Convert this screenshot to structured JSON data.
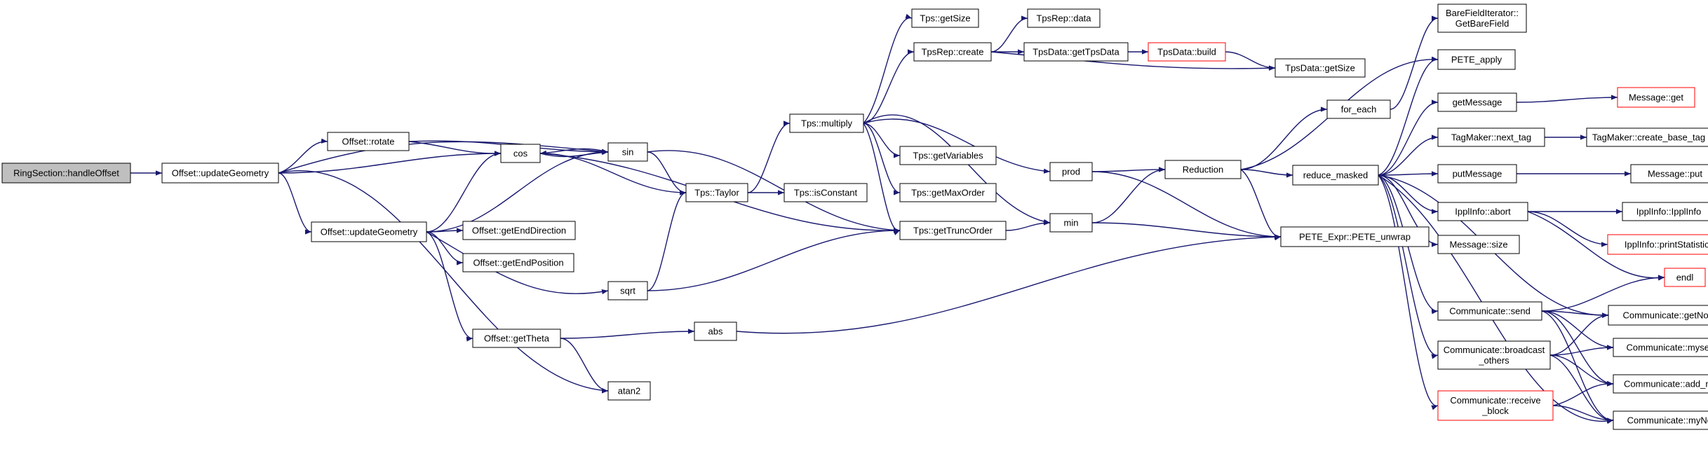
{
  "diagram": {
    "type": "call-graph",
    "colors": {
      "edge": "#191970",
      "node_border": "#000000",
      "truncated_node_border": "#ff0000",
      "root_fill": "#bfbfbf",
      "background": "#ffffff"
    },
    "nodes": [
      {
        "id": "ring",
        "lines": [
          "RingSection::handleOffset"
        ],
        "style": "root"
      },
      {
        "id": "ougeom1",
        "lines": [
          "Offset::updateGeometry"
        ]
      },
      {
        "id": "orotate",
        "lines": [
          "Offset::rotate"
        ]
      },
      {
        "id": "ougeom2",
        "lines": [
          "Offset::updateGeometry"
        ]
      },
      {
        "id": "cos",
        "lines": [
          "cos"
        ]
      },
      {
        "id": "sin",
        "lines": [
          "sin"
        ]
      },
      {
        "id": "enddir",
        "lines": [
          "Offset::getEndDirection"
        ]
      },
      {
        "id": "endpos",
        "lines": [
          "Offset::getEndPosition"
        ]
      },
      {
        "id": "sqrt",
        "lines": [
          "sqrt"
        ]
      },
      {
        "id": "theta",
        "lines": [
          "Offset::getTheta"
        ]
      },
      {
        "id": "atan2",
        "lines": [
          "atan2"
        ]
      },
      {
        "id": "abs",
        "lines": [
          "abs"
        ]
      },
      {
        "id": "taylor",
        "lines": [
          "Tps::Taylor"
        ]
      },
      {
        "id": "isconst",
        "lines": [
          "Tps::isConstant"
        ]
      },
      {
        "id": "multiply",
        "lines": [
          "Tps::multiply"
        ]
      },
      {
        "id": "tpssize",
        "lines": [
          "Tps::getSize"
        ]
      },
      {
        "id": "repcreate",
        "lines": [
          "TpsRep::create"
        ]
      },
      {
        "id": "repdata",
        "lines": [
          "TpsRep::data"
        ]
      },
      {
        "id": "gettpsdata",
        "lines": [
          "TpsData::getTpsData"
        ]
      },
      {
        "id": "build",
        "lines": [
          "TpsData::build"
        ],
        "style": "red"
      },
      {
        "id": "datasize",
        "lines": [
          "TpsData::getSize"
        ]
      },
      {
        "id": "getvars",
        "lines": [
          "Tps::getVariables"
        ]
      },
      {
        "id": "getmaxorder",
        "lines": [
          "Tps::getMaxOrder"
        ]
      },
      {
        "id": "gettrunc",
        "lines": [
          "Tps::getTruncOrder"
        ]
      },
      {
        "id": "prod",
        "lines": [
          "prod"
        ]
      },
      {
        "id": "min",
        "lines": [
          "min"
        ]
      },
      {
        "id": "reduction",
        "lines": [
          "Reduction"
        ]
      },
      {
        "id": "unwrap",
        "lines": [
          "PETE_Expr::PETE_unwrap"
        ]
      },
      {
        "id": "foreach",
        "lines": [
          "for_each"
        ]
      },
      {
        "id": "barefield",
        "lines": [
          "BareFieldIterator::",
          "GetBareField"
        ]
      },
      {
        "id": "peteapply",
        "lines": [
          "PETE_apply"
        ]
      },
      {
        "id": "reducemasked",
        "lines": [
          "reduce_masked"
        ]
      },
      {
        "id": "getmessage",
        "lines": [
          "getMessage"
        ]
      },
      {
        "id": "msgget",
        "lines": [
          "Message::get"
        ],
        "style": "red"
      },
      {
        "id": "nexttag",
        "lines": [
          "TagMaker::next_tag"
        ]
      },
      {
        "id": "basetag",
        "lines": [
          "TagMaker::create_base_tag"
        ]
      },
      {
        "id": "putmessage",
        "lines": [
          "putMessage"
        ]
      },
      {
        "id": "msgput",
        "lines": [
          "Message::put"
        ]
      },
      {
        "id": "abort",
        "lines": [
          "IpplInfo::abort"
        ]
      },
      {
        "id": "ipplinfo",
        "lines": [
          "IpplInfo::IpplInfo"
        ]
      },
      {
        "id": "printstats",
        "lines": [
          "IpplInfo::printStatistics"
        ],
        "style": "red"
      },
      {
        "id": "msgsize",
        "lines": [
          "Message::size"
        ]
      },
      {
        "id": "endl",
        "lines": [
          "endl"
        ],
        "style": "red"
      },
      {
        "id": "send",
        "lines": [
          "Communicate::send"
        ]
      },
      {
        "id": "getnodes",
        "lines": [
          "Communicate::getNodes"
        ]
      },
      {
        "id": "bcast",
        "lines": [
          "Communicate::broadcast",
          "_others"
        ]
      },
      {
        "id": "mysend",
        "lines": [
          "Communicate::mysend"
        ]
      },
      {
        "id": "recvblock",
        "lines": [
          "Communicate::receive",
          "_block"
        ],
        "style": "red"
      },
      {
        "id": "addmsg",
        "lines": [
          "Communicate::add_msg"
        ]
      },
      {
        "id": "mynode",
        "lines": [
          "Communicate::myNode"
        ]
      }
    ],
    "edges": [
      [
        "ring",
        "ougeom1"
      ],
      [
        "ougeom1",
        "orotate"
      ],
      [
        "ougeom1",
        "sin"
      ],
      [
        "ougeom1",
        "cos"
      ],
      [
        "ougeom1",
        "ougeom2"
      ],
      [
        "ougeom1",
        "atan2"
      ],
      [
        "orotate",
        "sin"
      ],
      [
        "orotate",
        "cos"
      ],
      [
        "cos",
        "sin"
      ],
      [
        "sin",
        "cos"
      ],
      [
        "cos",
        "taylor"
      ],
      [
        "cos",
        "gettrunc"
      ],
      [
        "sin",
        "taylor"
      ],
      [
        "sin",
        "gettrunc"
      ],
      [
        "ougeom2",
        "cos"
      ],
      [
        "ougeom2",
        "sin"
      ],
      [
        "ougeom2",
        "enddir"
      ],
      [
        "ougeom2",
        "endpos"
      ],
      [
        "ougeom2",
        "sqrt"
      ],
      [
        "ougeom2",
        "theta"
      ],
      [
        "sqrt",
        "taylor"
      ],
      [
        "sqrt",
        "gettrunc"
      ],
      [
        "theta",
        "abs"
      ],
      [
        "theta",
        "atan2"
      ],
      [
        "abs",
        "unwrap"
      ],
      [
        "taylor",
        "isconst"
      ],
      [
        "taylor",
        "multiply"
      ],
      [
        "multiply",
        "tpssize"
      ],
      [
        "multiply",
        "repcreate"
      ],
      [
        "multiply",
        "getvars"
      ],
      [
        "multiply",
        "getmaxorder"
      ],
      [
        "multiply",
        "gettrunc"
      ],
      [
        "multiply",
        "prod"
      ],
      [
        "multiply",
        "min"
      ],
      [
        "repcreate",
        "repdata"
      ],
      [
        "repcreate",
        "gettpsdata"
      ],
      [
        "repcreate",
        "datasize"
      ],
      [
        "gettpsdata",
        "build"
      ],
      [
        "build",
        "datasize"
      ],
      [
        "gettrunc",
        "min"
      ],
      [
        "prod",
        "reduction"
      ],
      [
        "prod",
        "unwrap"
      ],
      [
        "min",
        "reduction"
      ],
      [
        "min",
        "unwrap"
      ],
      [
        "reduction",
        "foreach"
      ],
      [
        "reduction",
        "peteapply"
      ],
      [
        "reduction",
        "reducemasked"
      ],
      [
        "reduction",
        "unwrap"
      ],
      [
        "foreach",
        "barefield"
      ],
      [
        "reducemasked",
        "peteapply"
      ],
      [
        "reducemasked",
        "getmessage"
      ],
      [
        "reducemasked",
        "nexttag"
      ],
      [
        "reducemasked",
        "putmessage"
      ],
      [
        "reducemasked",
        "abort"
      ],
      [
        "reducemasked",
        "msgsize"
      ],
      [
        "reducemasked",
        "getnodes"
      ],
      [
        "reducemasked",
        "send"
      ],
      [
        "reducemasked",
        "bcast"
      ],
      [
        "reducemasked",
        "recvblock"
      ],
      [
        "reducemasked",
        "mynode"
      ],
      [
        "getmessage",
        "msgget"
      ],
      [
        "nexttag",
        "basetag"
      ],
      [
        "putmessage",
        "msgput"
      ],
      [
        "abort",
        "ipplinfo"
      ],
      [
        "abort",
        "printstats"
      ],
      [
        "abort",
        "endl"
      ],
      [
        "send",
        "endl"
      ],
      [
        "send",
        "getnodes"
      ],
      [
        "send",
        "mysend"
      ],
      [
        "send",
        "addmsg"
      ],
      [
        "send",
        "mynode"
      ],
      [
        "bcast",
        "getnodes"
      ],
      [
        "bcast",
        "mysend"
      ],
      [
        "bcast",
        "addmsg"
      ],
      [
        "bcast",
        "mynode"
      ],
      [
        "recvblock",
        "addmsg"
      ],
      [
        "recvblock",
        "mynode"
      ]
    ]
  }
}
